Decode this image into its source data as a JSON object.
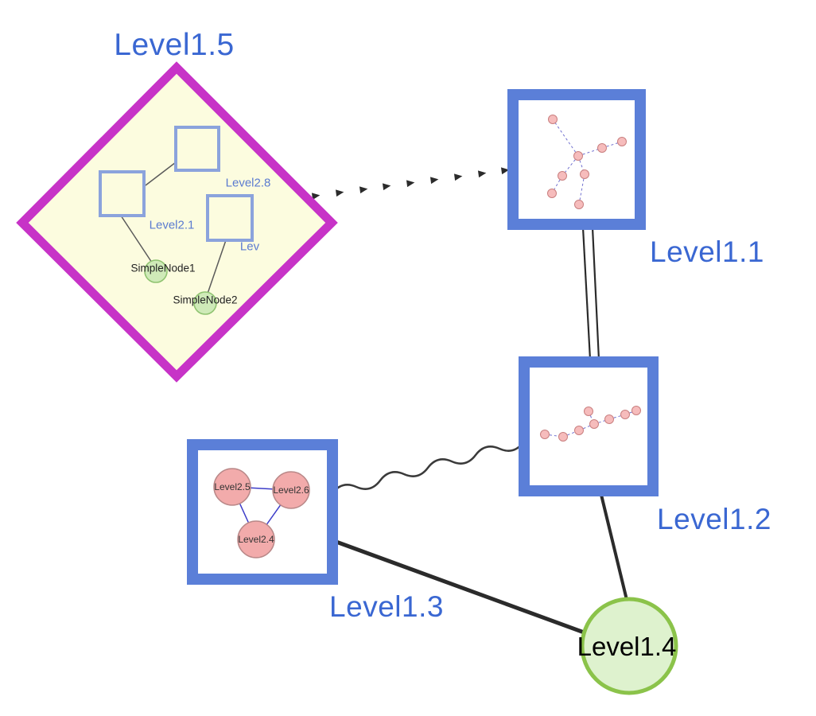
{
  "nodes": {
    "level1_5": {
      "label": "Level1.5",
      "type": "group-diamond"
    },
    "level1_1": {
      "label": "Level1.1",
      "type": "graph-box"
    },
    "level1_2": {
      "label": "Level1.2",
      "type": "graph-box"
    },
    "level1_3": {
      "label": "Level1.3",
      "type": "graph-box"
    },
    "level1_4": {
      "label": "Level1.4",
      "type": "circle"
    }
  },
  "level1_5_children": {
    "level2_8": "Level2.8",
    "level2_1": "Level2.1",
    "level2_x": "Lev",
    "simple_node1": "SimpleNode1",
    "simple_node2": "SimpleNode2"
  },
  "level1_3_children": {
    "left": "Level2.5",
    "right": "Level2.6",
    "bottom": "Level2.4"
  },
  "edges": [
    {
      "from": "level1_5",
      "to": "level1_1",
      "style": "dashed-arrow"
    },
    {
      "from": "level1_1",
      "to": "level1_2",
      "style": "double-line"
    },
    {
      "from": "level1_3",
      "to": "level1_2",
      "style": "wavy"
    },
    {
      "from": "level1_3",
      "to": "level1_4",
      "style": "solid"
    },
    {
      "from": "level1_2",
      "to": "level1_4",
      "style": "solid"
    }
  ],
  "colors": {
    "label_blue": "#3a67d2",
    "inner_label_blue": "#5b7bd0",
    "diamond_border": "#c733c7",
    "diamond_fill": "#fcfcdf",
    "box_border": "#5b7fd8",
    "square_border": "#8ba3dc",
    "mini_node_fill": "#f6bcbc",
    "mini_node_stroke": "#c97f7f",
    "mini_edge_blue": "#7070cf",
    "green_node_fill": "#cfeab8",
    "green_node_stroke": "#8fc370",
    "level1_4_fill": "#def2ce",
    "level1_4_stroke": "#8bc34a",
    "edge_dark": "#2b2b2b"
  }
}
